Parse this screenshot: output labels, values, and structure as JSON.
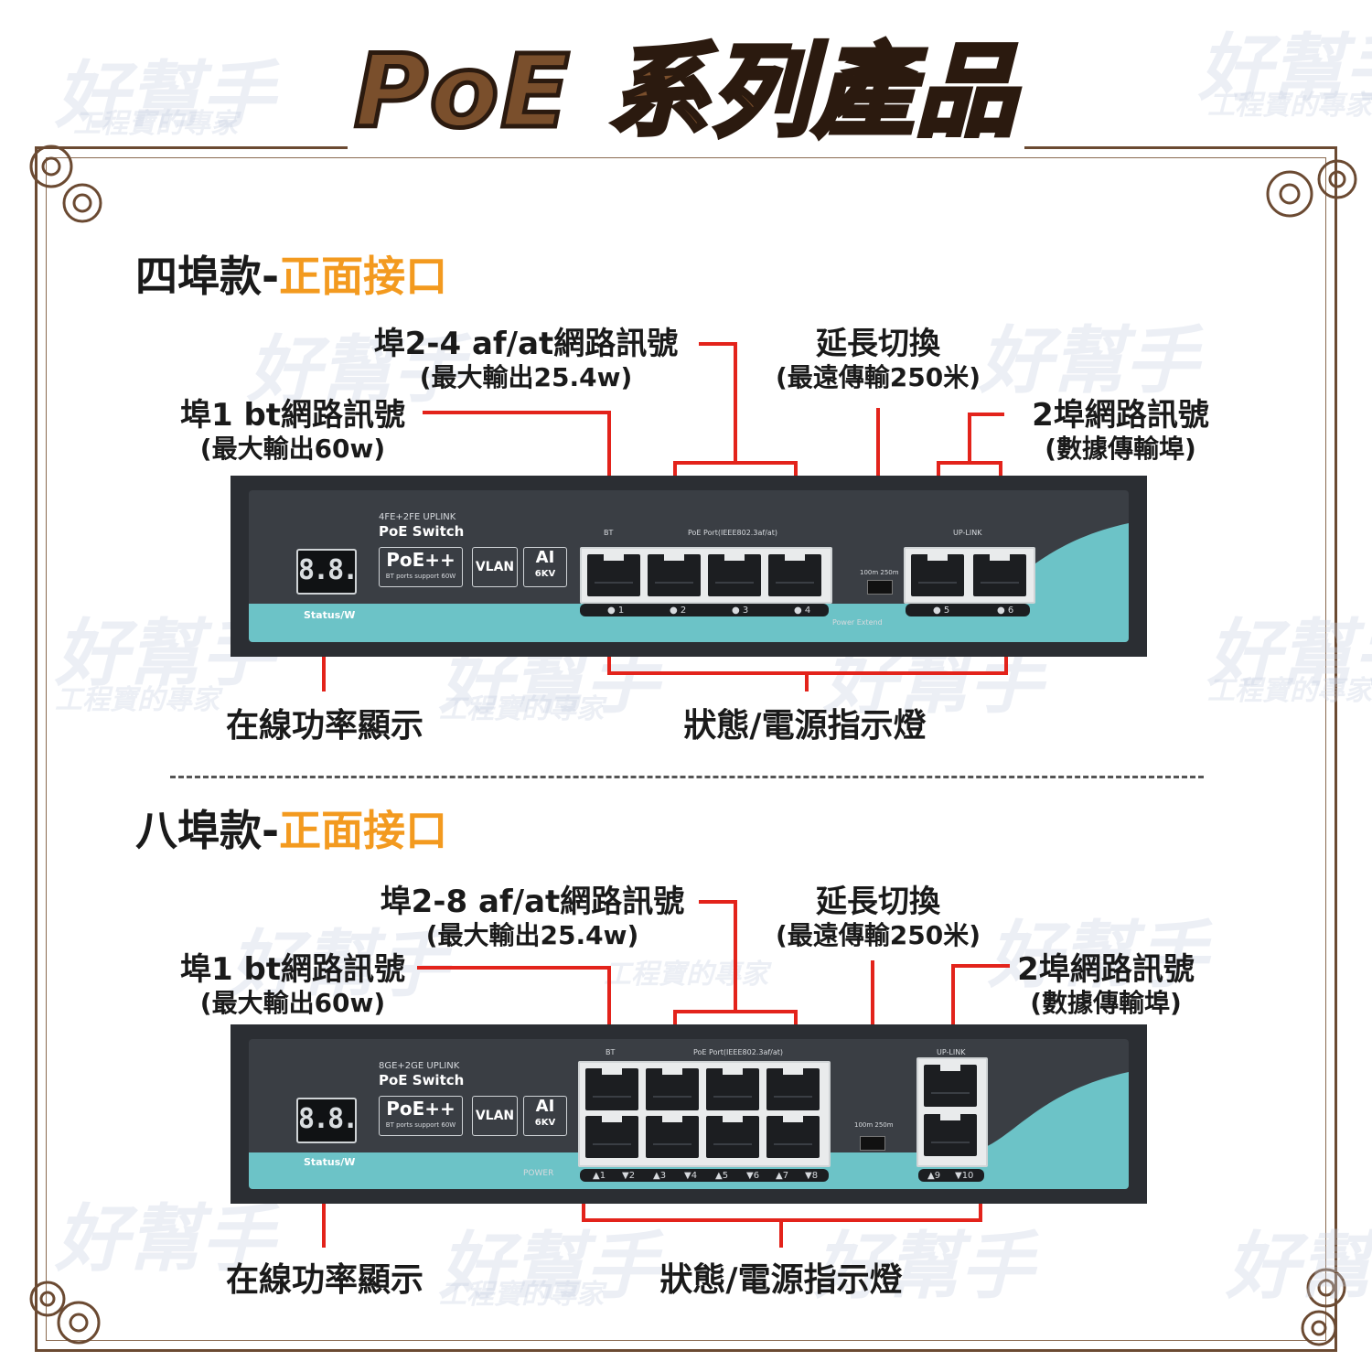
{
  "title": "PoE 系列產品",
  "watermark": {
    "main": "好幫手",
    "sub": "工程寶的專家"
  },
  "sections": [
    {
      "heading_prefix": "四埠款-",
      "heading_accent": "正面接口",
      "callouts": {
        "port1_line1": "埠1 bt網路訊號",
        "port1_line2": "(最大輸出60w)",
        "ports_af_line1": "埠2-4 af/at網路訊號",
        "ports_af_line2": "(最大輸出25.4w)",
        "extend_line1": "延長切換",
        "extend_line2": "(最遠傳輸250米)",
        "uplink_line1": "2埠網路訊號",
        "uplink_line2": "(數據傳輸埠)",
        "power_display": "在線功率顯示",
        "status_led": "狀態/電源指示燈"
      },
      "device": {
        "model": "4FE+2FE UPLINK",
        "name": "PoE Switch",
        "led_display": "8.8.",
        "status_label": "Status/W",
        "poe_badge": "PoE++",
        "poe_badge_sub": "BT ports support 60W",
        "vlan_badge": "VLAN",
        "ai_badge": "AI",
        "ai_badge_sub": "6KV",
        "bt_label": "BT",
        "poe_port_label": "PoE Port(IEEE802.3af/at)",
        "uplink_label": "UP-LINK",
        "toggle_label": "100m 250m",
        "power_extend_label": "Power Extend",
        "port_numbers": [
          "● 1",
          "● 2",
          "● 3",
          "● 4"
        ],
        "uplink_numbers": [
          "● 5",
          "● 6"
        ]
      }
    },
    {
      "heading_prefix": "八埠款-",
      "heading_accent": "正面接口",
      "callouts": {
        "port1_line1": "埠1 bt網路訊號",
        "port1_line2": "(最大輸出60w)",
        "ports_af_line1": "埠2-8 af/at網路訊號",
        "ports_af_line2": "(最大輸出25.4w)",
        "extend_line1": "延長切換",
        "extend_line2": "(最遠傳輸250米)",
        "uplink_line1": "2埠網路訊號",
        "uplink_line2": "(數據傳輸埠)",
        "power_display": "在線功率顯示",
        "status_led": "狀態/電源指示燈"
      },
      "device": {
        "model": "8GE+2GE UPLINK",
        "name": "PoE Switch",
        "led_display": "8.8.",
        "status_label": "Status/W",
        "poe_badge": "PoE++",
        "poe_badge_sub": "BT ports support 60W",
        "vlan_badge": "VLAN",
        "ai_badge": "AI",
        "ai_badge_sub": "6KV",
        "bt_label": "BT",
        "poe_port_label": "PoE Port(IEEE802.3af/at)",
        "uplink_label": "UP-LINK",
        "toggle_label": "100m 250m",
        "power_label": "POWER",
        "port_numbers": [
          "▲1",
          "▼2",
          "▲3",
          "▼4",
          "▲5",
          "▼6",
          "▲7",
          "▼8"
        ],
        "uplink_numbers": [
          "▲9",
          "▼10"
        ]
      }
    }
  ],
  "colors": {
    "accent": "#f39a1f",
    "callout_line": "#e3231b",
    "title_fill": "#7a4f2c",
    "frame": "#6b4a32",
    "teal": "#6cc3c7"
  }
}
